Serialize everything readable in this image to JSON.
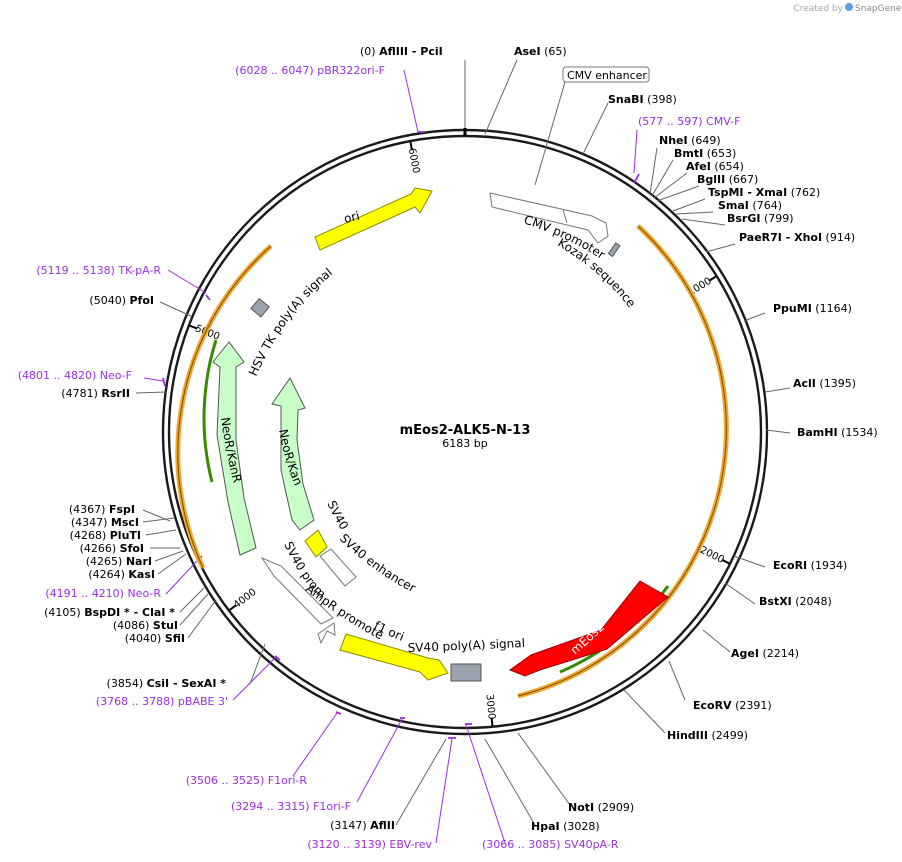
{
  "credit": {
    "prefix": "Created by",
    "brand": "SnapGene"
  },
  "plasmid": {
    "name": "mEos2-ALK5-N-13",
    "size_label": "6183 bp",
    "length": 6183
  },
  "ticks": [
    1000,
    2000,
    3000,
    4000,
    5000,
    6000
  ],
  "tick_labels": [
    "1000",
    "2000",
    "3000",
    "4000",
    "5000",
    "6000"
  ],
  "cut_sites": [
    {
      "pos": "(0)",
      "names": [
        "AflIII",
        "- PciI"
      ],
      "bp": 0
    },
    {
      "pos": "(65)",
      "names": [
        "AseI"
      ],
      "bp": 65
    },
    {
      "pos": "(398)",
      "names": [
        "SnaBI"
      ],
      "bp": 398
    },
    {
      "pos": "(649)",
      "names": [
        "NheI"
      ],
      "bp": 649
    },
    {
      "pos": "(653)",
      "names": [
        "BmtI"
      ],
      "bp": 653
    },
    {
      "pos": "(654)",
      "names": [
        "AfeI"
      ],
      "bp": 654
    },
    {
      "pos": "(667)",
      "names": [
        "BglII"
      ],
      "bp": 667
    },
    {
      "pos": "(762)",
      "names": [
        "TspMI",
        "- XmaI"
      ],
      "bp": 762
    },
    {
      "pos": "(764)",
      "names": [
        "SmaI"
      ],
      "bp": 764
    },
    {
      "pos": "(799)",
      "names": [
        "BsrGI"
      ],
      "bp": 799
    },
    {
      "pos": "(914)",
      "names": [
        "PaeR7I",
        "- XhoI"
      ],
      "bp": 914
    },
    {
      "pos": "(1164)",
      "names": [
        "PpuMI"
      ],
      "bp": 1164
    },
    {
      "pos": "(1395)",
      "names": [
        "AclI"
      ],
      "bp": 1395
    },
    {
      "pos": "(1534)",
      "names": [
        "BamHI"
      ],
      "bp": 1534
    },
    {
      "pos": "(1934)",
      "names": [
        "EcoRI"
      ],
      "bp": 1934
    },
    {
      "pos": "(2048)",
      "names": [
        "BstXI"
      ],
      "bp": 2048
    },
    {
      "pos": "(2214)",
      "names": [
        "AgeI"
      ],
      "bp": 2214
    },
    {
      "pos": "(2391)",
      "names": [
        "EcoRV"
      ],
      "bp": 2391
    },
    {
      "pos": "(2499)",
      "names": [
        "HindIII"
      ],
      "bp": 2499
    },
    {
      "pos": "(2909)",
      "names": [
        "NotI"
      ],
      "bp": 2909
    },
    {
      "pos": "(3028)",
      "names": [
        "HpaI"
      ],
      "bp": 3028
    },
    {
      "pos": "(3147)",
      "names": [
        "AflII"
      ],
      "bp": 3147
    },
    {
      "pos": "(3854)",
      "names": [
        "CsiI",
        "- SexAI *"
      ],
      "bp": 3854
    },
    {
      "pos": "(4040)",
      "names": [
        "SfiI"
      ],
      "bp": 4040
    },
    {
      "pos": "(4086)",
      "names": [
        "StuI"
      ],
      "bp": 4086
    },
    {
      "pos": "(4105)",
      "names": [
        "BspDI *",
        "- ClaI *"
      ],
      "bp": 4105
    },
    {
      "pos": "(4264)",
      "names": [
        "KasI"
      ],
      "bp": 4264
    },
    {
      "pos": "(4265)",
      "names": [
        "NarI"
      ],
      "bp": 4265
    },
    {
      "pos": "(4266)",
      "names": [
        "SfoI"
      ],
      "bp": 4266
    },
    {
      "pos": "(4268)",
      "names": [
        "PluTI"
      ],
      "bp": 4268
    },
    {
      "pos": "(4347)",
      "names": [
        "MscI"
      ],
      "bp": 4347
    },
    {
      "pos": "(4367)",
      "names": [
        "FspI"
      ],
      "bp": 4367
    },
    {
      "pos": "(4781)",
      "names": [
        "RsrII"
      ],
      "bp": 4781
    },
    {
      "pos": "(5040)",
      "names": [
        "PfoI"
      ],
      "bp": 5040
    }
  ],
  "primers": [
    {
      "range": "(6028 .. 6047)",
      "name": "pBR322ori-F"
    },
    {
      "range": "(577 .. 597)",
      "name": "CMV-F"
    },
    {
      "range": "(5119 .. 5138)",
      "name": "TK-pA-R"
    },
    {
      "range": "(4801 .. 4820)",
      "name": "Neo-F"
    },
    {
      "range": "(4191 .. 4210)",
      "name": "Neo-R"
    },
    {
      "range": "(3768 .. 3788)",
      "name": "pBABE 3'"
    },
    {
      "range": "(3506 .. 3525)",
      "name": "F1ori-R"
    },
    {
      "range": "(3294 .. 3315)",
      "name": "F1ori-F"
    },
    {
      "range": "(3120 .. 3139)",
      "name": "EBV-rev"
    },
    {
      "range": "(3066 .. 3085)",
      "name": "SV40pA-R"
    }
  ],
  "features": {
    "cmv_enhancer": "CMV enhancer",
    "cmv_promoter": "CMV promoter",
    "kozak": "Kozak sequence",
    "meos2": "mEos2",
    "sv40_polya": "SV40 poly(A) signal",
    "f1_ori": "f1 ori",
    "ampr_promoter": "AmpR promoter",
    "sv40_promoter": "SV40 promoter",
    "sv40_ori": "SV40 ori",
    "sv40_enhancer": "SV40 enhancer",
    "neor_kanr_inner": "NeoR/KanR",
    "neor_kanr_outer": "NeoR/KanR",
    "hsv_tk_polya": "HSV TK poly(A) signal",
    "ori": "ori"
  },
  "colors": {
    "backbone": "#1a1a1a",
    "primer": "#9b30d9",
    "ori": "#ffff00",
    "meos2": "#ff0000",
    "orf": "#f0a830",
    "orf_inner": "#3a8a00",
    "neor": "#c8ffc8",
    "gray": "#9aa3ad"
  }
}
